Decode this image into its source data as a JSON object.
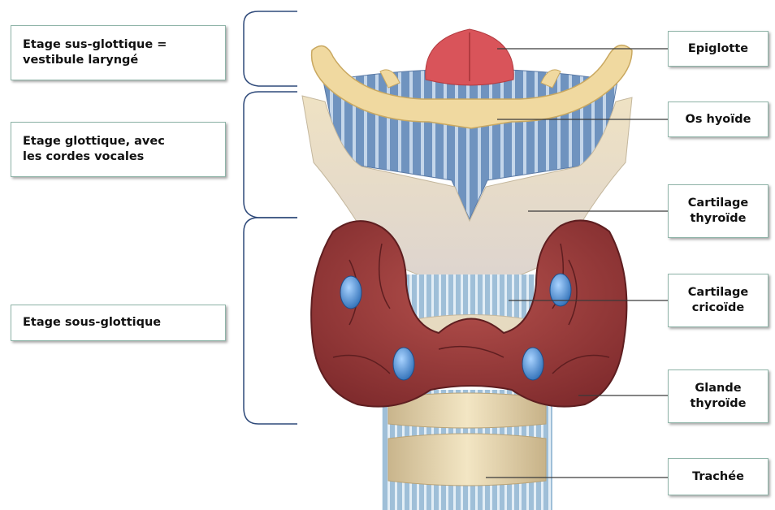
{
  "regions": [
    {
      "id": "supraglottic",
      "text": "Etage sus-glottique =\nvestibule laryngé"
    },
    {
      "id": "glottic",
      "text": "Etage glottique, avec\nles cordes vocales"
    },
    {
      "id": "subglottic",
      "text": "Etage sous-glottique"
    }
  ],
  "structures": [
    {
      "id": "epiglottis",
      "text": "Epiglotte"
    },
    {
      "id": "hyoid",
      "text": "Os hyoïde"
    },
    {
      "id": "thyroid-cartilage",
      "text": "Cartilage\nthyroïde"
    },
    {
      "id": "cricoid-cartilage",
      "text": "Cartilage\ncricoïde"
    },
    {
      "id": "thyroid-gland",
      "text": "Glande\nthyroïde"
    },
    {
      "id": "trachea",
      "text": "Trachée"
    }
  ],
  "colors": {
    "epiglottis": "#d9545a",
    "bone": "#f0d9a0",
    "cartilage": "#e8dcc4",
    "membrane": "#6f93bf",
    "gland": "#9b3a3a",
    "parathyroid": "#3d86c9",
    "bracket": "#2f4a7a",
    "leader": "#3a3a3a"
  }
}
